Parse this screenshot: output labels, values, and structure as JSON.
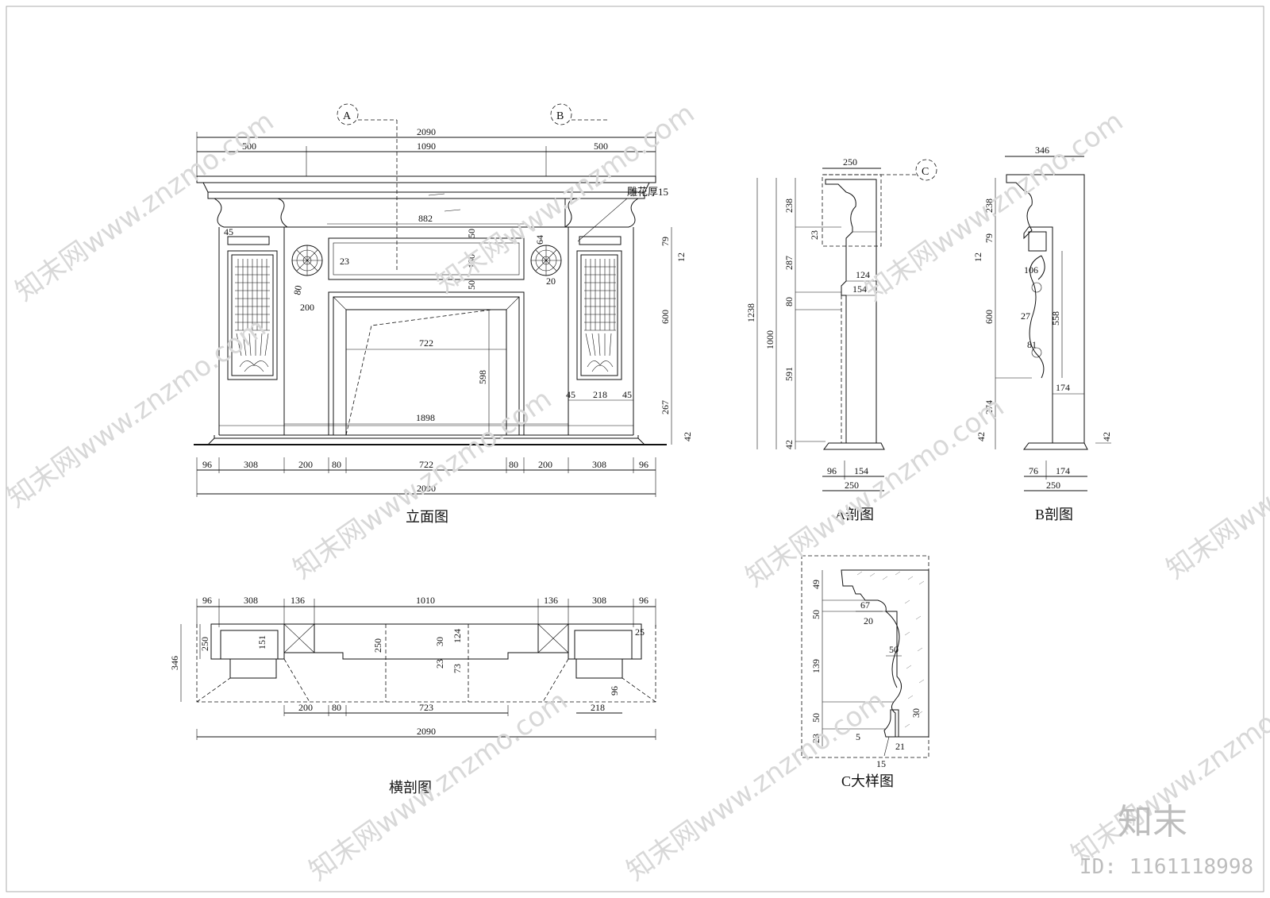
{
  "elevation": {
    "title": "立面图",
    "markers": {
      "a": "A",
      "b": "B"
    },
    "top_dims": {
      "total": "2090",
      "left": "500",
      "middle": "1090",
      "right": "500"
    },
    "carving_note": "雕花厚15",
    "inner": {
      "panel_width": "882",
      "opening_width": "722",
      "base_width": "1898",
      "opening_height": "598"
    },
    "panel_dims": {
      "d50a": "50",
      "d180": "180",
      "d50b": "50",
      "d64": "64",
      "d23": "23",
      "d20": "20",
      "d80": "80",
      "d200": "200",
      "d45": "45"
    },
    "right_dims": {
      "d79": "79",
      "d12": "12",
      "d600": "600",
      "d267": "267",
      "d42": "42"
    },
    "pilaster": {
      "d45a": "45",
      "d218": "218",
      "d45b": "45"
    },
    "bottom_dims": [
      "96",
      "308",
      "200",
      "80",
      "722",
      "80",
      "200",
      "308",
      "96"
    ],
    "bottom_total": "2090"
  },
  "section_a": {
    "title": "A剖图",
    "marker": "C",
    "top": "250",
    "left_dims": {
      "total": "1238",
      "d238": "238",
      "d287": "287",
      "d80": "80",
      "d1000": "1000",
      "d591": "591",
      "d42": "42",
      "d23": "23"
    },
    "inner_dims": {
      "d124": "124",
      "d154": "154"
    },
    "bottom_dims": {
      "d96": "96",
      "d154": "154",
      "total": "250"
    }
  },
  "section_b": {
    "title": "B剖图",
    "top": "346",
    "left_dims": {
      "d238": "238",
      "d79": "79",
      "d12": "12",
      "d600": "600",
      "d274": "274",
      "d42": "42"
    },
    "inner_dims": {
      "d106": "106",
      "d27": "27",
      "d558": "558",
      "d81": "81",
      "d174": "174"
    },
    "right_dim": "42",
    "bottom_dims": {
      "d76": "76",
      "d174": "174",
      "total": "250"
    }
  },
  "cross_section": {
    "title": "横剖图",
    "top_dims": [
      "96",
      "308",
      "136",
      "1010",
      "136",
      "308",
      "96"
    ],
    "left_dims": {
      "d346": "346",
      "d250": "250"
    },
    "inner_dims": {
      "d151": "151",
      "d250": "250",
      "d30": "30",
      "d124": "124",
      "d23": "23",
      "d73": "73",
      "d25": "25",
      "d96": "96"
    },
    "bottom_dims": {
      "d200": "200",
      "d80": "80",
      "d723": "723",
      "d218": "218"
    },
    "total": "2090"
  },
  "detail_c": {
    "title": "C大样图",
    "left_dims": {
      "d49": "49",
      "d50a": "50",
      "d139": "139",
      "d50b": "50",
      "d23": "23"
    },
    "inner_dims": {
      "d67": "67",
      "d20": "20",
      "d50": "50",
      "d30": "30",
      "d5": "5",
      "d21": "21",
      "d15": "15"
    }
  },
  "watermark": {
    "site": "知末网www.znzmo.com",
    "brand": "知末",
    "id": "ID: 1161118998"
  }
}
